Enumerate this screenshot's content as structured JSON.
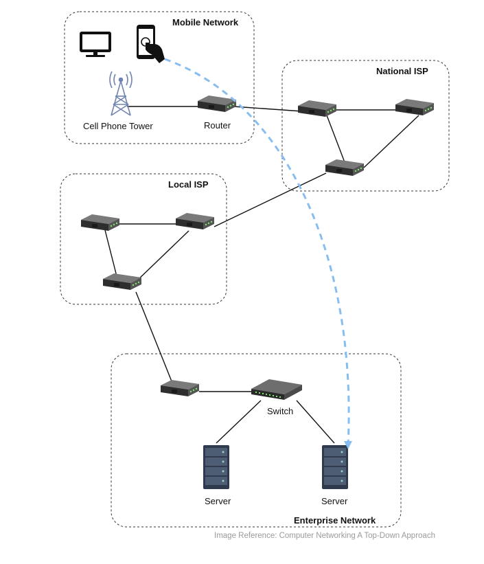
{
  "regions": {
    "mobile_network": "Mobile Network",
    "national_isp": "National ISP",
    "local_isp": "Local ISP",
    "enterprise_network": "Enterprise Network"
  },
  "labels": {
    "cell_tower": "Cell Phone Tower",
    "mobile_router": "Router",
    "switch": "Switch",
    "server_left": "Server",
    "server_right": "Server"
  },
  "reference": "Image Reference: Computer Networking A Top-Down Approach",
  "colors": {
    "path": "#88bdf0",
    "router_body": "#4a4a4a",
    "tower": "#6f83b3",
    "server": "#3c4a5c"
  }
}
